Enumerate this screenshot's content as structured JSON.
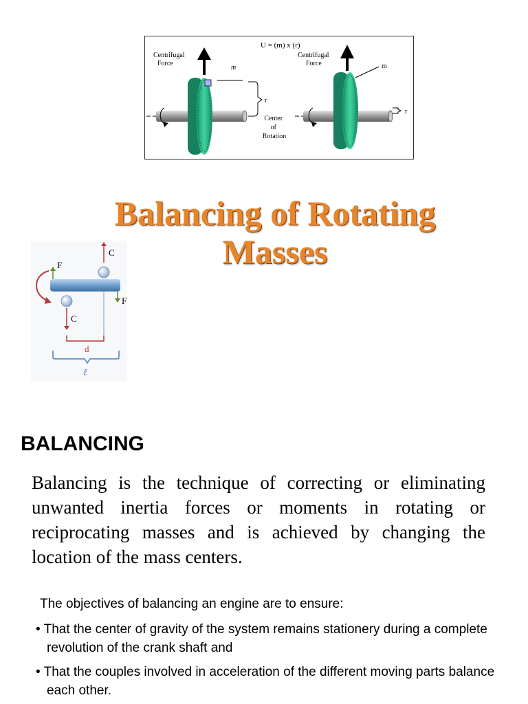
{
  "top_figure": {
    "equation": "U = (m) x (r)",
    "left_force_label": [
      "Centrifugal",
      "Force"
    ],
    "right_force_label": [
      "Centrifugal",
      "Force"
    ],
    "left_mass_label": "m",
    "right_mass_label": "m",
    "left_r_label": "r",
    "right_r_label": "r",
    "center_label": [
      "Center",
      "of",
      "Rotation"
    ],
    "disc_color": "#2fbf8e"
  },
  "title": {
    "line1": "Balancing of Rotating",
    "line2": "Masses"
  },
  "couple_figure": {
    "label_c_top": "C",
    "label_c_bottom": "C",
    "label_f_left": "F",
    "label_f_right": "F",
    "label_d": "d",
    "label_l": "ℓ"
  },
  "section": {
    "heading": "BALANCING",
    "paragraph": "Balancing is the technique of correcting or eliminating unwanted inertia forces or moments in rotating or reciprocating masses and is achieved by changing the location of the mass centers."
  },
  "objectives": {
    "intro": "The objectives of balancing an engine are to ensure:",
    "bullets": [
      "• That the center of gravity of the system remains stationery  during a complete revolution of the crank shaft and",
      "• That the couples involved in acceleration of the different  moving parts balance each other."
    ]
  }
}
